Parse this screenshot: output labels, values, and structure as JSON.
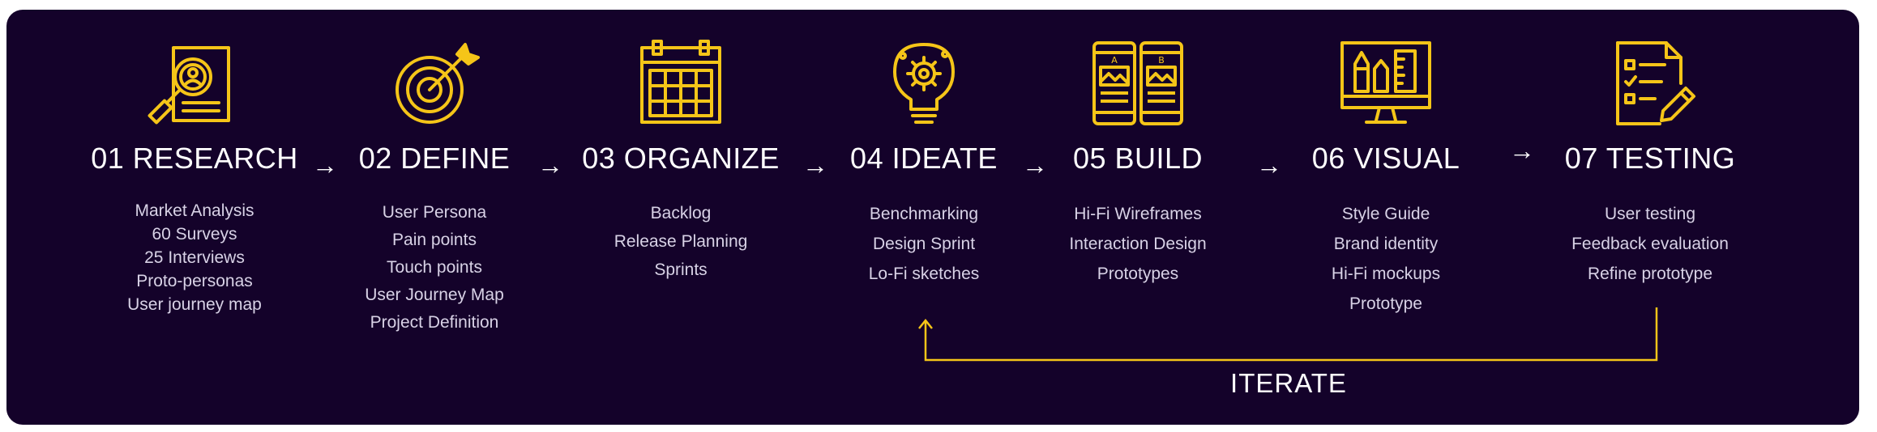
{
  "accent_color": "#f5c518",
  "background_color": "#14022a",
  "steps": [
    {
      "title": "01 RESEARCH",
      "icon": "magnifier-profile-icon",
      "items": [
        "Market Analysis",
        "60 Surveys",
        "25 Interviews",
        "Proto-personas",
        "User journey map"
      ]
    },
    {
      "title": "02 DEFINE",
      "icon": "target-arrow-icon",
      "items": [
        "User Persona",
        "Pain points",
        "Touch points",
        "User Journey Map",
        "Project Definition"
      ]
    },
    {
      "title": "03 ORGANIZE",
      "icon": "calendar-icon",
      "items": [
        "Backlog",
        "Release Planning",
        "Sprints"
      ]
    },
    {
      "title": "04 IDEATE",
      "icon": "lightbulb-gear-icon",
      "items": [
        "Benchmarking",
        "Design Sprint",
        "Lo-Fi sketches"
      ]
    },
    {
      "title": "05 BUILD",
      "icon": "phone-wireframes-icon",
      "items": [
        "Hi-Fi Wireframes",
        "Interaction Design",
        "Prototypes"
      ]
    },
    {
      "title": "06 VISUAL",
      "icon": "monitor-design-tools-icon",
      "items": [
        "Style Guide",
        "Brand identity",
        "Hi-Fi mockups",
        "Prototype"
      ]
    },
    {
      "title": "07 TESTING",
      "icon": "checklist-pencil-icon",
      "items": [
        "User testing",
        "Feedback evaluation",
        "Refine prototype"
      ]
    }
  ],
  "arrow_glyph": "→",
  "iterate_label": "ITERATE"
}
